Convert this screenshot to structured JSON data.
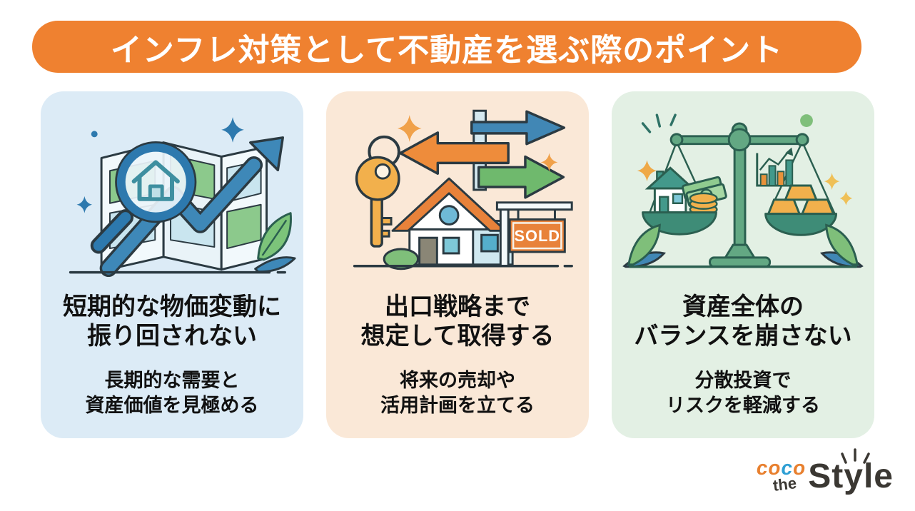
{
  "page": {
    "background_color": "#FFFFFF"
  },
  "header": {
    "title": "インフレ対策として不動産を選ぶ際のポイント",
    "background_color": "#EF8130",
    "text_color": "#FFFFFF"
  },
  "cards": [
    {
      "background_color": "#DCEBF6",
      "illustration": "magnifier-map-rising-arrow",
      "title_line1": "短期的な物価変動に",
      "title_line2": "振り回されない",
      "subtitle_line1": "長期的な需要と",
      "subtitle_line2": "資産価値を見極める"
    },
    {
      "background_color": "#FAE8D7",
      "illustration": "key-house-sold-sign-arrows",
      "sold_label": "SOLD",
      "title_line1": "出口戦略まで",
      "title_line2": "想定して取得する",
      "subtitle_line1": "将来の売却や",
      "subtitle_line2": "活用計画を立てる"
    },
    {
      "background_color": "#E3F0E4",
      "illustration": "balance-scale-house-vs-gold",
      "title_line1": "資産全体の",
      "title_line2": "バランスを崩さない",
      "subtitle_line1": "分散投資で",
      "subtitle_line2": "リスクを軽減する"
    }
  ],
  "logo": {
    "coco_part1": "co",
    "coco_part2": "c",
    "coco_part3": "o",
    "the": "the",
    "style": "Style",
    "orange_color": "#E8802F",
    "blue_color": "#2E9FD4",
    "dark_color": "#3B3833"
  },
  "palette": {
    "accent_orange": "#EF8130",
    "illustration_blue": "#3E88B8",
    "illustration_green": "#6FB96D",
    "illustration_teal": "#43998B",
    "illustration_gold": "#F2B04C",
    "outline_dark": "#2B3A42"
  }
}
